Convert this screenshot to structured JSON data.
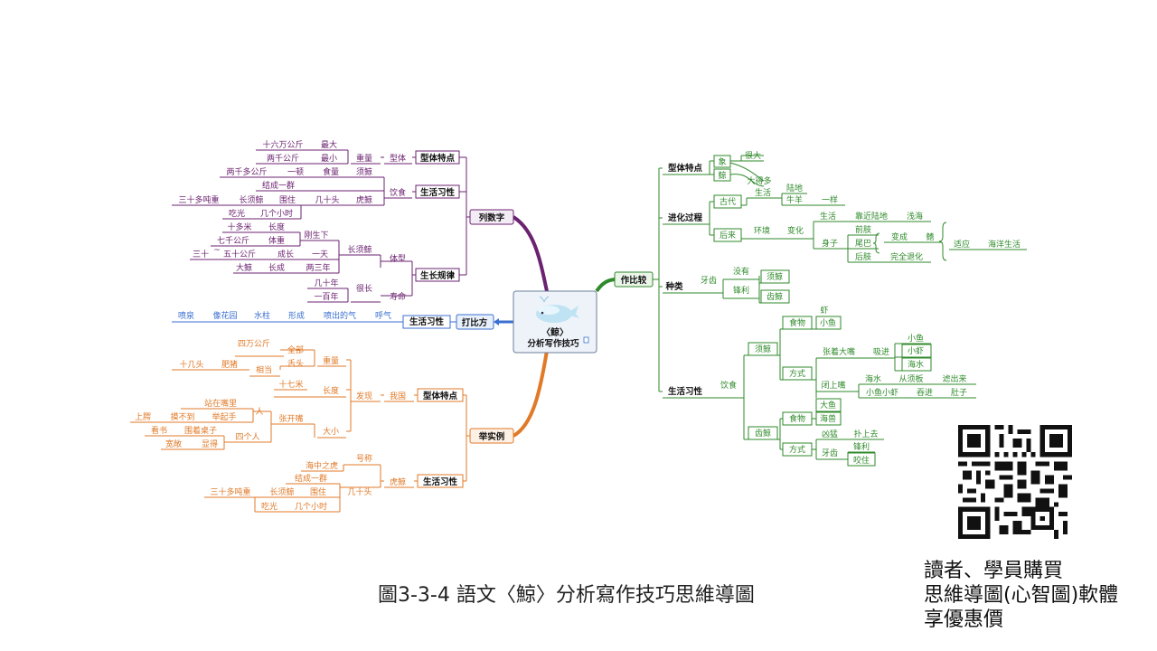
{
  "center": {
    "line1": "〈鲸〉",
    "line2": "分析写作技巧"
  },
  "caption": "圖3-3-4 語文〈鯨〉分析寫作技巧思維導圖",
  "promo": [
    "讀者、學員購買",
    "思維導圖(心智圖)軟體",
    "享優惠價"
  ],
  "colors": {
    "purple": "#6b2270",
    "blue": "#3b6fd0",
    "orange": "#e07a28",
    "green": "#2f8a2b",
    "red": "#c0392b"
  },
  "branches": {
    "listNumbers": {
      "label": "列数字",
      "shape": {
        "label": "型体特点",
        "weight": "重量",
        "shapeWord": "型体",
        "r1": "十六万公斤",
        "r1b": "最大",
        "r2": "两千公斤",
        "r2b": "最小"
      },
      "life": {
        "label": "生活习性",
        "diet": "饮食",
        "l1": "两千多公斤",
        "l1b": "一顿",
        "l1c": "食量",
        "l1d": "须鲸",
        "l2": "结成一群",
        "l3": "三十多吨重",
        "l3b": "长须鲸",
        "l3c": "围住",
        "l3d": "几十头",
        "l3e": "虎鲸",
        "l4": "吃光",
        "l4b": "几个小时"
      },
      "growth": {
        "label": "生长规律",
        "body": "体型",
        "life": "寿命",
        "longFin": "长须鲸",
        "g1": "十多米",
        "g1b": "长度",
        "g2": "七千公斤",
        "g2b": "体重",
        "g2c": "刚生下",
        "g3": "三十",
        "g3t": "~",
        "g3b": "五十公斤",
        "g3c": "成长",
        "g3d": "一天",
        "g4": "大鲸",
        "g4b": "长成",
        "g4c": "两三年",
        "g5": "几十年",
        "g6": "一百年",
        "g6b": "很长"
      }
    },
    "compare": {
      "label": "打比方",
      "habit": "生活习性",
      "items": [
        "喷泉",
        "像花园",
        "水柱",
        "形成",
        "喷出的气",
        "呼气"
      ]
    },
    "examples": {
      "label": "举实例",
      "shape": {
        "label": "型体特点",
        "we": "我国",
        "found": "发现",
        "weight": "重量",
        "length": "长度",
        "size": "大小",
        "all": "全部",
        "tongue": "舌头",
        "equal": "相当",
        "e1": "四万公斤",
        "e2": "十几头",
        "e2b": "肥猪",
        "e3": "十七米",
        "e4": "人",
        "e4a": "站在嘴里",
        "e4b": "上腭",
        "e4c": "摸不到",
        "e4d": "举起手",
        "e5": "张开嘴",
        "e6": "看书",
        "e6b": "围着桌子",
        "e6c": "四个人",
        "e7": "宽敞",
        "e7b": "显得"
      },
      "life": {
        "label": "生活习性",
        "tiger": "虎鲸",
        "nick": "号称",
        "seaTiger": "海中之虎",
        "group": "结成一群",
        "x1": "三十多吨重",
        "x1b": "长须鲸",
        "x1c": "围住",
        "x1d": "几十头",
        "x2": "吃光",
        "x2b": "几个小时"
      }
    },
    "contrast": {
      "label": "作比较",
      "shape": {
        "label": "型体特点",
        "elephant": "象",
        "whale": "鲸",
        "big": "很大",
        "more": "大得多"
      },
      "evolution": {
        "label": "进化过程",
        "ancient": "古代",
        "later": "后来",
        "live": "生活",
        "land": "陆地",
        "cowSheep": "牛羊",
        "same": "一样",
        "env": "环境",
        "change": "变化",
        "live2": "生活",
        "nearLand": "靠近陆地",
        "shallow": "浅海",
        "bodyWord": "身子",
        "front": "前肢",
        "tail": "尾巴",
        "hind": "后肢",
        "become": "变成",
        "fin": "鳍",
        "degen": "完全退化",
        "adapt": "适应",
        "oceanLife": "海洋生活"
      },
      "species": {
        "label": "种类",
        "teeth": "牙齿",
        "none": "没有",
        "sharp": "锋利",
        "baleen": "须鲸",
        "toothed": "齿鲸"
      },
      "life": {
        "label": "生活习性",
        "diet": "饮食",
        "baleen": "须鲸",
        "food": "食物",
        "shrimp": "虾",
        "smallFish": "小鱼",
        "way": "方式",
        "openMouth": "张着大嘴",
        "suck": "吸进",
        "s1": "小鱼",
        "s2": "小虾",
        "s3": "海水",
        "closeMouth": "闭上嘴",
        "seawater": "海水",
        "fromPlate": "从须板",
        "filter": "滤出来",
        "fishShrimp": "小鱼小虾",
        "eatIn": "吞进",
        "belly": "肚子",
        "toothed": "齿鲸",
        "food2": "食物",
        "bigFish": "大鱼",
        "seaBeast": "海兽",
        "way2": "方式",
        "fierce": "凶猛",
        "pounce": "扑上去",
        "teeth": "牙齿",
        "sharp": "锋利",
        "bite": "咬住"
      }
    }
  }
}
